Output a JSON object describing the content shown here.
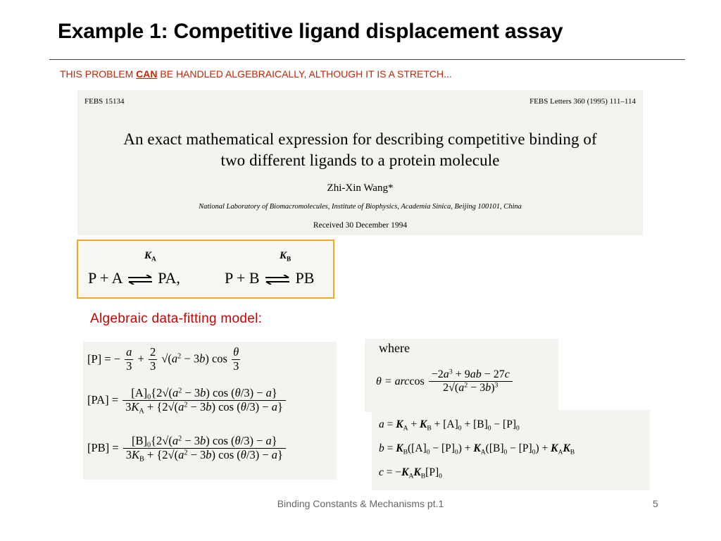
{
  "slide": {
    "title": "Example 1: Competitive ligand displacement assay",
    "subtitle_pre": "THIS PROBLEM ",
    "subtitle_emphasis": "CAN",
    "subtitle_post": " BE HANDLED ALGEBRAICALLY, ALTHOUGH IT IS A STRETCH...",
    "model_label": "Algebraic data-fitting model:"
  },
  "paper": {
    "code": "FEBS 15134",
    "journal": "FEBS Letters 360 (1995) 111–114",
    "title_line1": "An exact mathematical expression for describing competitive binding of",
    "title_line2": "two different ligands to a protein molecule",
    "author": "Zhi-Xin Wang*",
    "affiliation": "National Laboratory of Biomacromolecules, Institute of Biophysics, Academia Sinica, Beijing 100101, China",
    "received": "Received 30 December 1994"
  },
  "reactions": {
    "a_left": "P + A",
    "a_right": "PA,",
    "b_left": "P + B",
    "b_right": "PB",
    "ka_letter": "K",
    "ka_sub": "A",
    "kb_letter": "K",
    "kb_sub": "B"
  },
  "equations": {
    "where": "where",
    "theta_lhs": "θ = arc",
    "theta_cos": "cos"
  },
  "footer": {
    "center": "Binding Constants & Mechanisms pt.1",
    "page": "5"
  }
}
